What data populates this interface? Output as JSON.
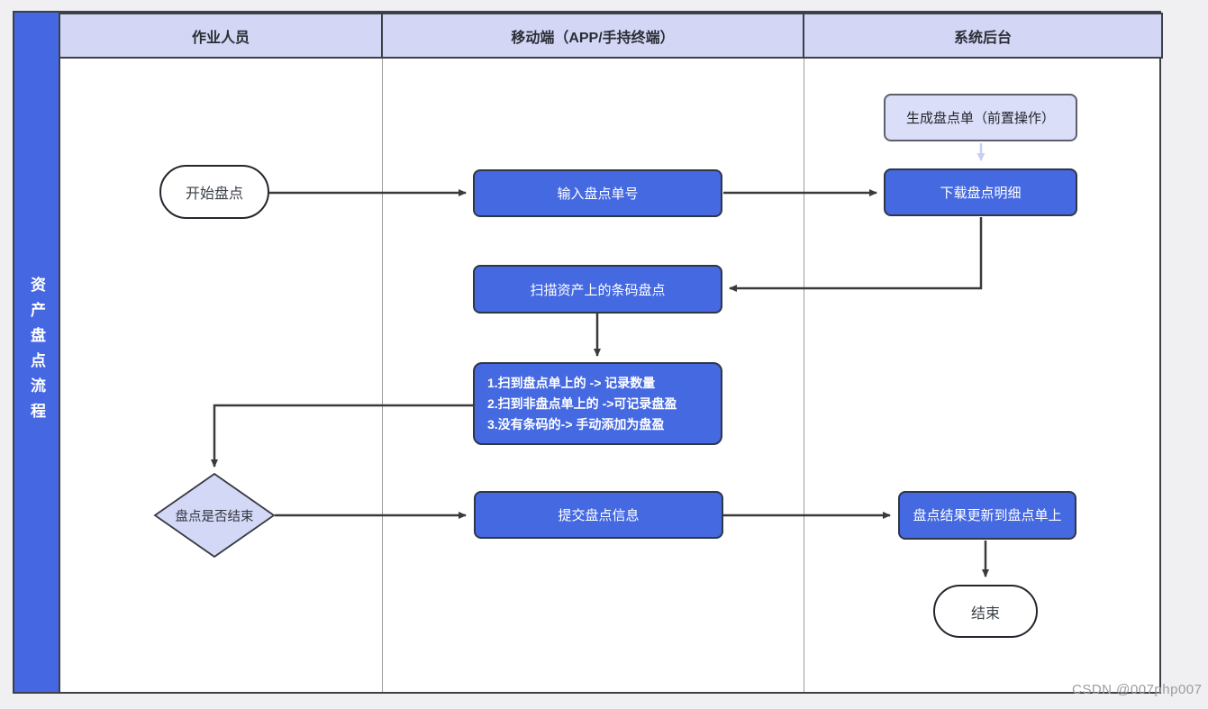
{
  "diagram_title": "资产盘点流程",
  "lanes": [
    {
      "label": "作业人员"
    },
    {
      "label": "移动端（APP/手持终端）"
    },
    {
      "label": "系统后台"
    }
  ],
  "nodes": {
    "start": "开始盘点",
    "input_order_no": "输入盘点单号",
    "generate_order": "生成盘点单（前置操作）",
    "download_detail": "下载盘点明细",
    "scan_barcode": "扫描资产上的条码盘点",
    "rules": {
      "line1": "1.扫到盘点单上的 -> 记录数量",
      "line2": "2.扫到非盘点单上的 ->可记录盘盈",
      "line3": "3.没有条码的-> 手动添加为盘盈"
    },
    "decision": "盘点是否结束",
    "submit_info": "提交盘点信息",
    "update_order": "盘点结果更新到盘点单上",
    "end": "结束"
  },
  "watermark": "CSDN @007php007",
  "colors": {
    "page_background": "#f0f0f2",
    "lane_header_fill": "#d3d7f5",
    "sidebar_fill": "#4667e2",
    "node_blue_fill": "#4569e1",
    "node_light_fill": "#dbdef8",
    "diamond_fill": "#d3d8f6",
    "stadium_fill": "#ffffff",
    "arrow_dark": "#3a3a3a",
    "arrow_light": "#c7cef3",
    "border_dark": "#3c4049"
  }
}
